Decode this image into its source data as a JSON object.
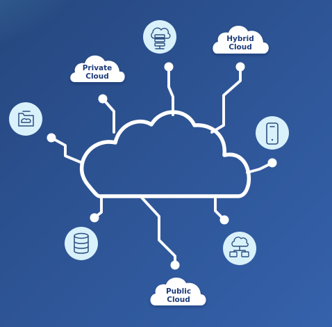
{
  "background": {
    "gradient_start": "#2a4e8f",
    "gradient_end": "#345ea6",
    "accent_teal": "#5bb7d1"
  },
  "colors": {
    "line": "#ffffff",
    "icon_circle": "#d9f1fb",
    "icon_stroke": "#2b4d7e",
    "label_text": "#1f3b7a"
  },
  "center": {
    "icon": "large-cloud-outline"
  },
  "labels": {
    "private_cloud": [
      "Private",
      "Cloud"
    ],
    "hybrid_cloud": [
      "Hybrid",
      "Cloud"
    ],
    "public_cloud": [
      "Public",
      "Cloud"
    ]
  },
  "icons": {
    "top": "server-cloud-icon",
    "left": "folder-cloud-icon",
    "right": "smartphone-icon",
    "bottom_left": "database-icon",
    "bottom_right": "network-cloud-icon"
  }
}
